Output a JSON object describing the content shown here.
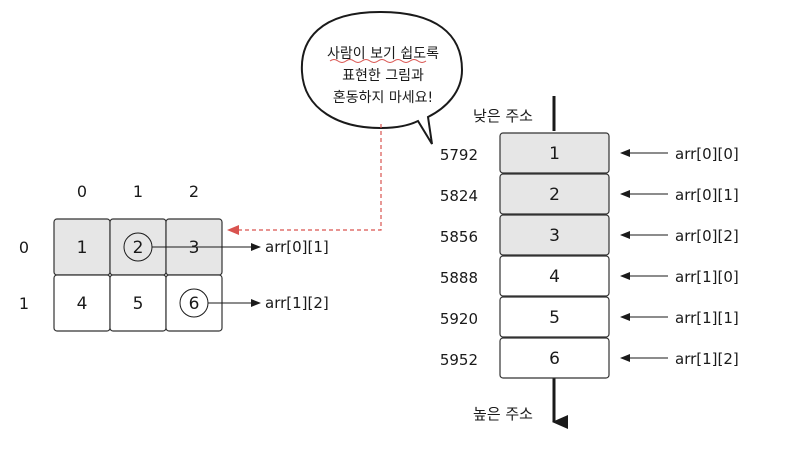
{
  "speech_bubble": {
    "lines": [
      "사람이 보기 쉽도록",
      "표현한 그림과",
      "혼동하지 마세요!"
    ]
  },
  "grid": {
    "col_headers": [
      "0",
      "1",
      "2"
    ],
    "row_headers": [
      "0",
      "1"
    ],
    "cells": [
      [
        "1",
        "2",
        "3"
      ],
      [
        "4",
        "5",
        "6"
      ]
    ],
    "highlighted_row": 0,
    "pointers": [
      {
        "row": 0,
        "col": 1,
        "label": "arr[0][1]"
      },
      {
        "row": 1,
        "col": 2,
        "label": "arr[1][2]"
      }
    ]
  },
  "memory": {
    "low_label": "낮은 주소",
    "high_label": "높은 주소",
    "addresses": [
      "5792",
      "5824",
      "5856",
      "5888",
      "5920",
      "5952"
    ],
    "values": [
      "1",
      "2",
      "3",
      "4",
      "5",
      "6"
    ],
    "labels": [
      "arr[0][0]",
      "arr[0][1]",
      "arr[0][2]",
      "arr[1][0]",
      "arr[1][1]",
      "arr[1][2]"
    ],
    "highlighted_count": 3
  },
  "colors": {
    "cell_highlight": "#e6e6e6",
    "cell_plain": "#ffffff",
    "border": "#333333",
    "dashed_arrow": "#d9534f"
  }
}
